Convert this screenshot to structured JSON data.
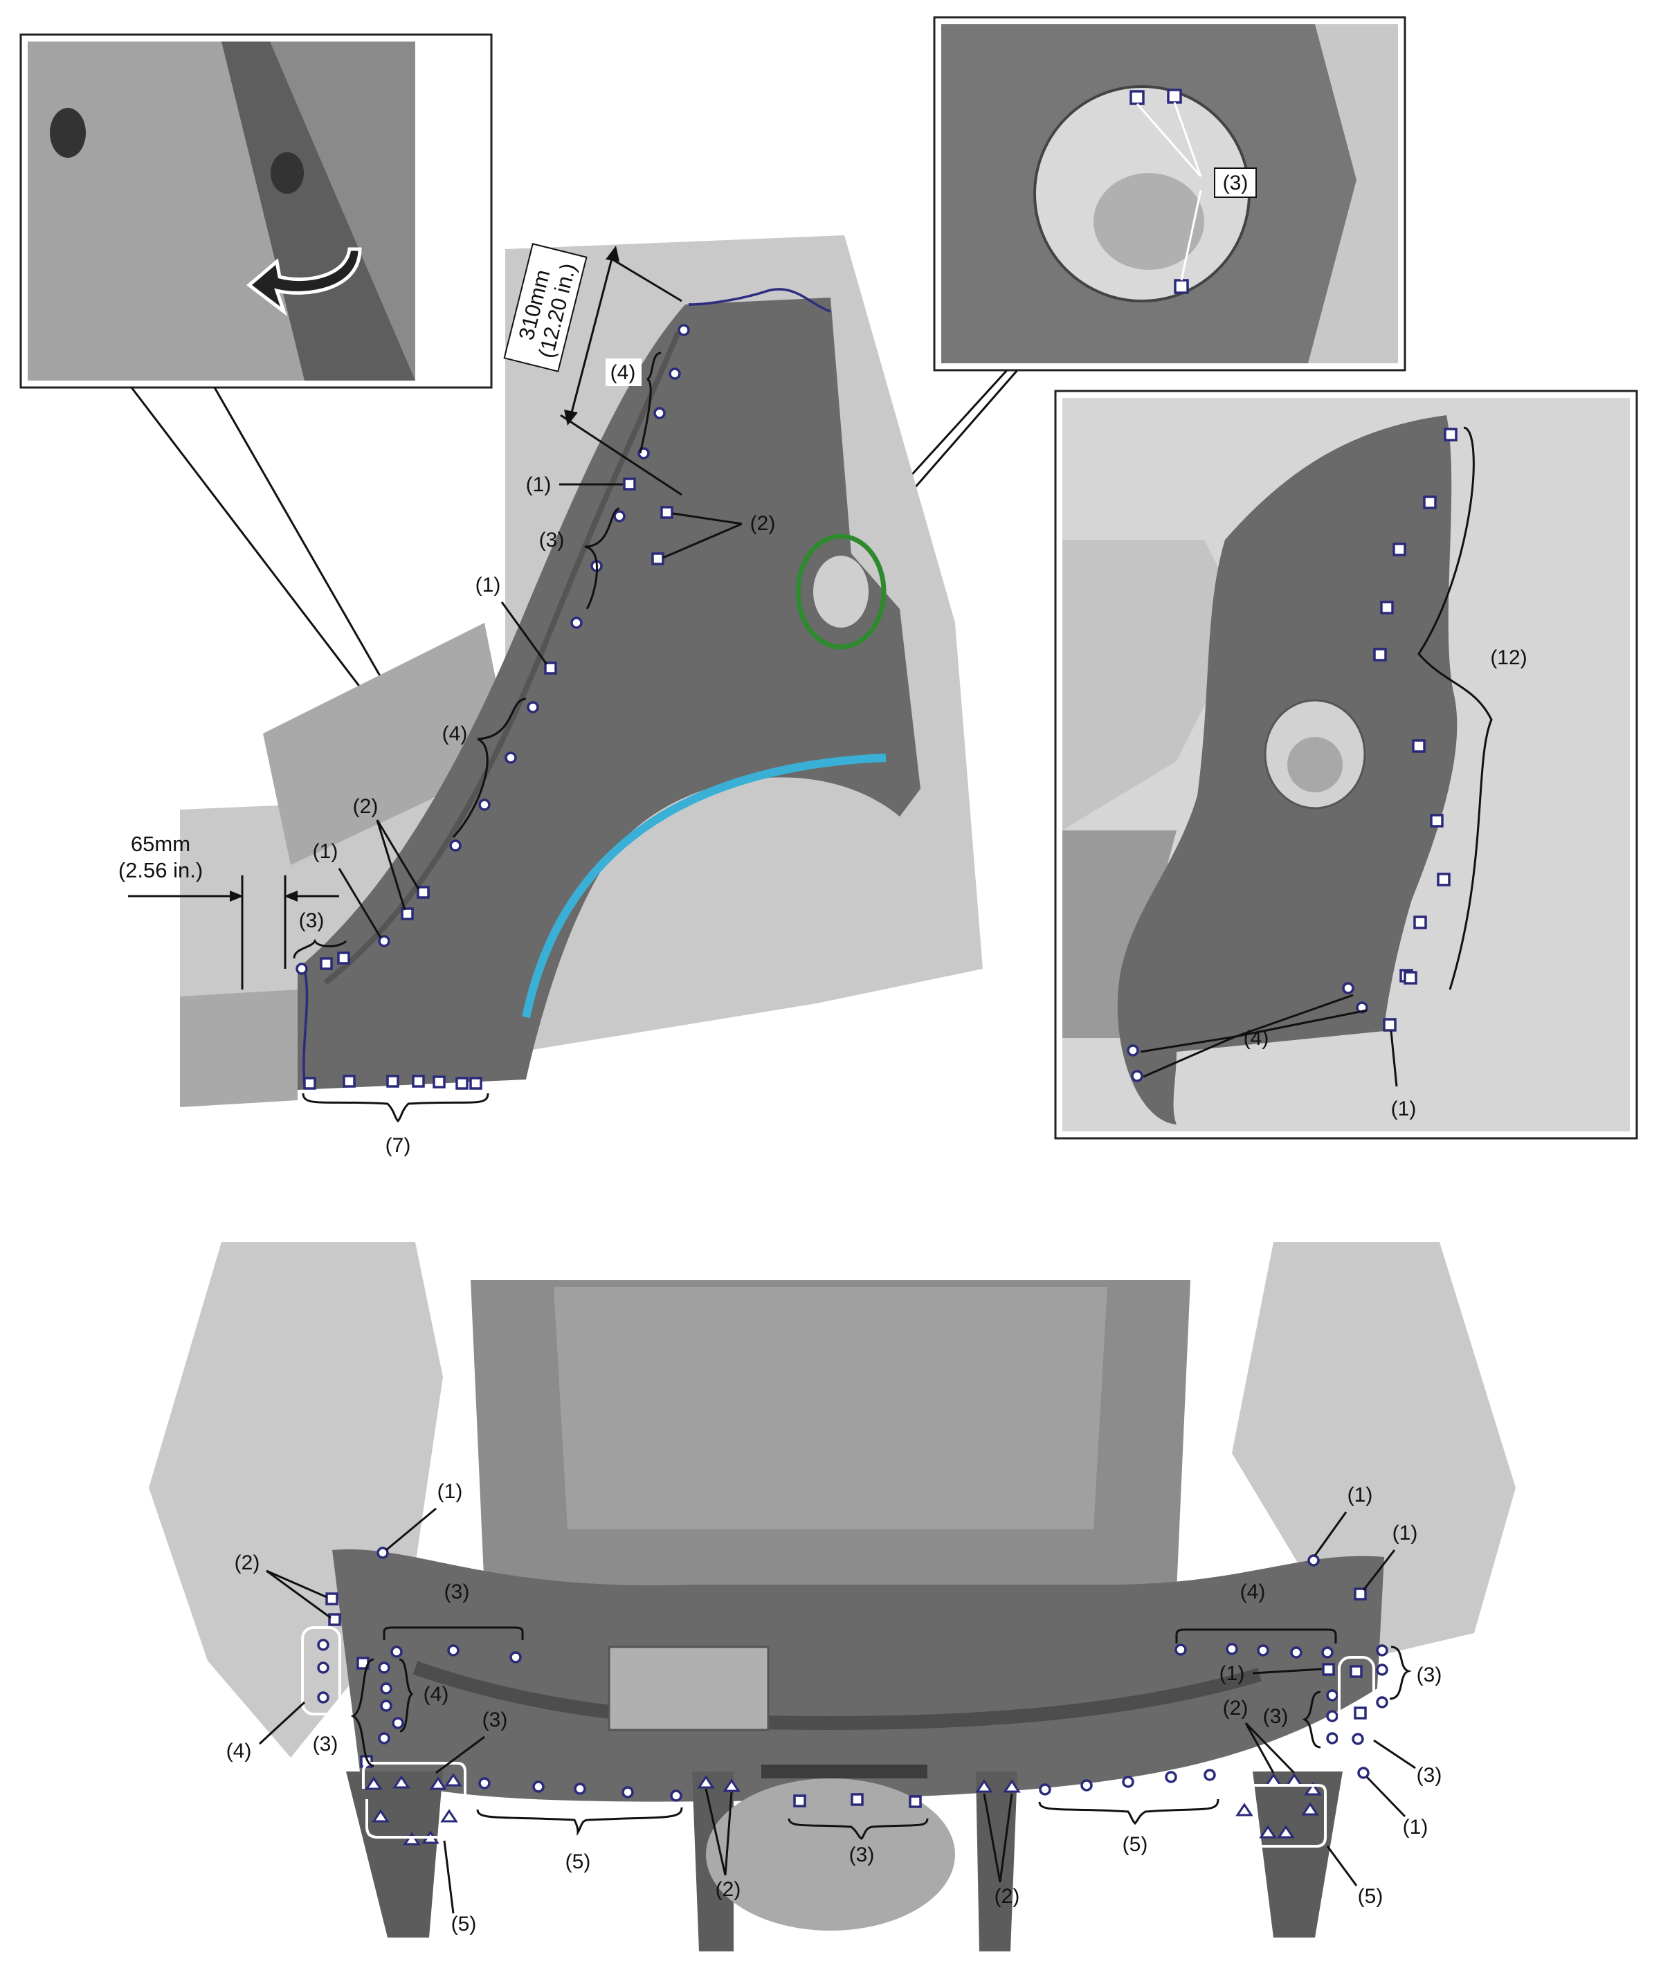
{
  "colors": {
    "spot_weld": "#2a2a7a",
    "cut_line": "#3ab0d6",
    "highlight_circle": "#2f8a2f",
    "panel_dark": "#6a6a6a",
    "body_gray": "#b4b4b4"
  },
  "icons": {
    "inset_arrow": "curved-arrow-icon",
    "spot_weld_square": "square-weld-icon",
    "spot_weld_circle": "circle-weld-icon",
    "spot_weld_triangle": "triangle-weld-icon"
  },
  "dimensions": {
    "upper_line1": "310mm",
    "upper_line2": "(12.20 in.)",
    "lower_line1": "65mm",
    "lower_line2": "(2.56 in.)"
  },
  "main_view": {
    "labels": [
      "(4)",
      "(1)",
      "(2)",
      "(3)",
      "(1)",
      "(4)",
      "(2)",
      "(1)",
      "(3)",
      "(7)"
    ]
  },
  "fuel_inset": {
    "labels": [
      "(3)"
    ]
  },
  "right_inset": {
    "labels": [
      "(12)",
      "(4)",
      "(1)"
    ]
  },
  "rear_view": {
    "labels": [
      "(1)",
      "(2)",
      "(3)",
      "(4)",
      "(4)",
      "(3)",
      "(3)",
      "(5)",
      "(5)",
      "(2)",
      "(3)",
      "(2)",
      "(5)",
      "(1)",
      "(1)",
      "(4)",
      "(1)",
      "(3)",
      "(3)",
      "(2)",
      "(3)",
      "(1)",
      "(5)"
    ]
  }
}
